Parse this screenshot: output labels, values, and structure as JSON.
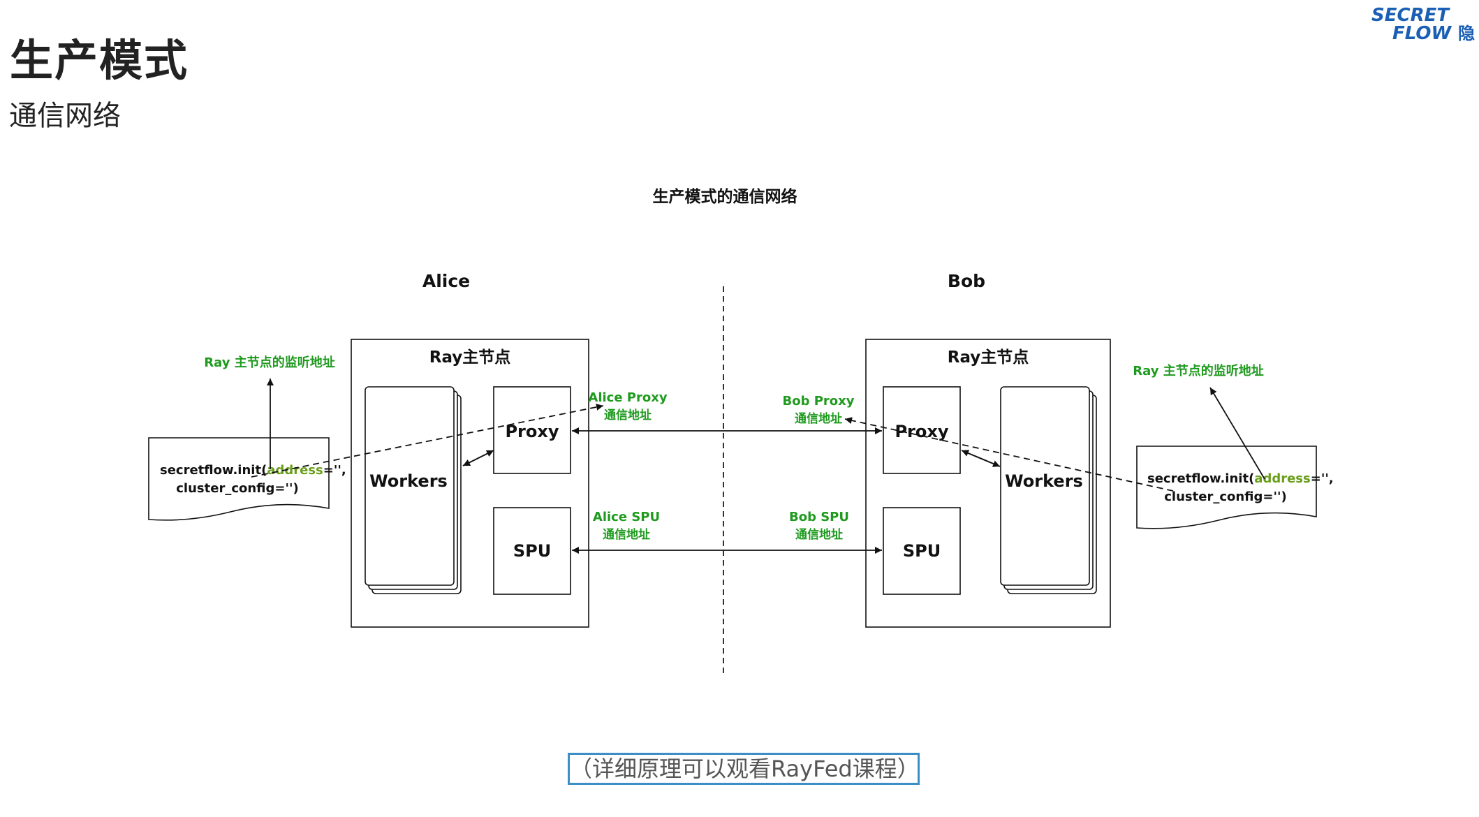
{
  "header": {
    "title": "生产模式",
    "subtitle": "通信网络"
  },
  "logo": {
    "line1": "SECRET",
    "line2": "FLOW",
    "suffix": "隐"
  },
  "diagram": {
    "title": "生产模式的通信网络",
    "alice": {
      "label": "Alice",
      "node_title": "Ray主节点",
      "workers": "Workers",
      "proxy": "Proxy",
      "spu": "SPU",
      "init_prefix": "secretflow.init(",
      "init_address": "address",
      "init_suffix": "='',",
      "init_line2": "cluster_config='')",
      "listen_label": "Ray 主节点的监听地址",
      "proxy_addr_line1": "Alice Proxy",
      "proxy_addr_line2": "通信地址",
      "spu_addr_line1": "Alice SPU",
      "spu_addr_line2": "通信地址"
    },
    "bob": {
      "label": "Bob",
      "node_title": "Ray主节点",
      "workers": "Workers",
      "proxy": "Proxy",
      "spu": "SPU",
      "init_prefix": "secretflow.init(",
      "init_address": "address",
      "init_suffix": "='',",
      "init_line2": "cluster_config='')",
      "listen_label": "Ray 主节点的监听地址",
      "proxy_addr_line1": "Bob Proxy",
      "proxy_addr_line2": "通信地址",
      "spu_addr_line1": "Bob SPU",
      "spu_addr_line2": "通信地址"
    },
    "colors": {
      "green": "#1e9a1e",
      "address_green": "#6a9e1a",
      "line": "#111111",
      "footer_border": "#3b8fc6",
      "logo_blue": "#1a5fb4"
    }
  },
  "footer": {
    "note": "（详细原理可以观看RayFed课程）"
  }
}
